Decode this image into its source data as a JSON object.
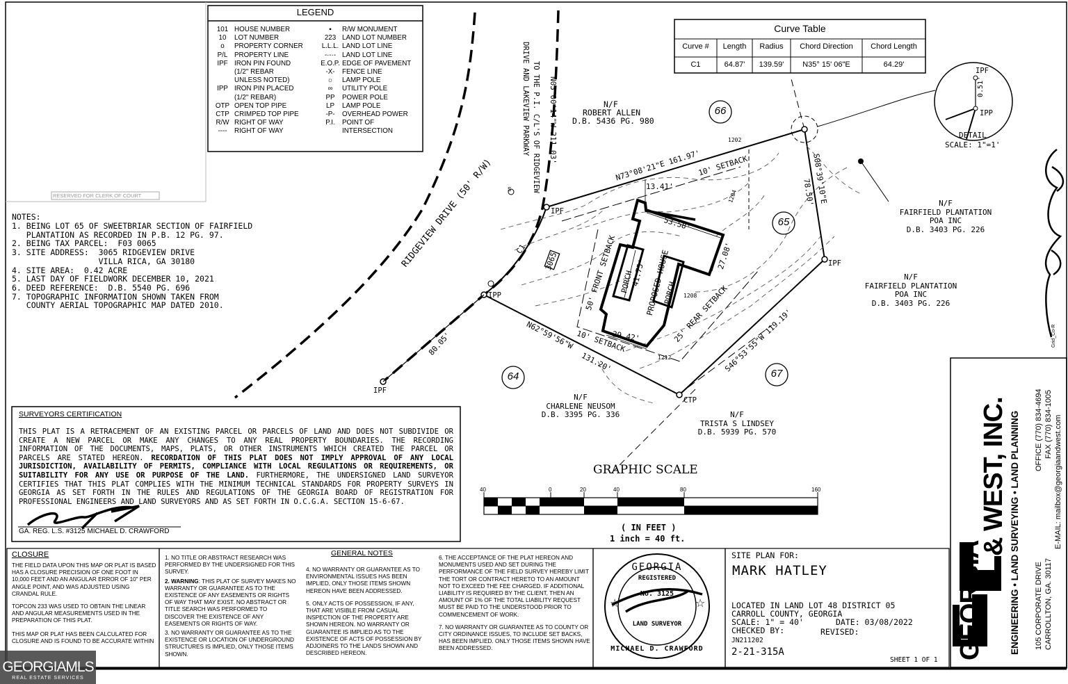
{
  "legend": {
    "title": "LEGEND",
    "left": [
      {
        "sym": "101",
        "label": "HOUSE NUMBER"
      },
      {
        "sym": "10",
        "label": "LOT NUMBER"
      },
      {
        "sym": "o",
        "label": "PROPERTY CORNER"
      },
      {
        "sym": "P/L",
        "label": "PROPERTY LINE"
      },
      {
        "sym": "IPF",
        "label": "IRON PIN FOUND"
      },
      {
        "sym": "",
        "label": "(1/2\" REBAR"
      },
      {
        "sym": "",
        "label": "UNLESS NOTED)"
      },
      {
        "sym": "IPP",
        "label": "IRON PIN PLACED"
      },
      {
        "sym": "",
        "label": "(1/2\" REBAR)"
      },
      {
        "sym": "OTP",
        "label": "OPEN TOP PIPE"
      },
      {
        "sym": "CTP",
        "label": "CRIMPED TOP PIPE"
      },
      {
        "sym": "R/W",
        "label": "RIGHT OF WAY"
      },
      {
        "sym": "----",
        "label": "RIGHT OF WAY"
      }
    ],
    "right": [
      {
        "sym": "▪",
        "label": "R/W MONUMENT"
      },
      {
        "sym": "223",
        "label": "LAND LOT NUMBER"
      },
      {
        "sym": "L.L.L.",
        "label": "LAND LOT LINE"
      },
      {
        "sym": "-·-·-",
        "label": "LAND LOT LINE"
      },
      {
        "sym": "E.O.P.",
        "label": "EDGE OF PAVEMENT"
      },
      {
        "sym": "-X-",
        "label": "FENCE LINE"
      },
      {
        "sym": "☼",
        "label": "LAMP POLE"
      },
      {
        "sym": "∞",
        "label": "UTILITY POLE"
      },
      {
        "sym": "PP",
        "label": "POWER POLE"
      },
      {
        "sym": "LP",
        "label": "LAMP POLE"
      },
      {
        "sym": "-P-",
        "label": "OVERHEAD POWER"
      },
      {
        "sym": "P.I.",
        "label": "POINT OF"
      },
      {
        "sym": "",
        "label": "INTERSECTION"
      }
    ]
  },
  "reserved": "RESERVED FOR CLERK OF COURT",
  "curve_table": {
    "title": "Curve Table",
    "headers": [
      "Curve #",
      "Length",
      "Radius",
      "Chord Direction",
      "Chord Length"
    ],
    "row": [
      "C1",
      "64.87'",
      "139.59'",
      "N35° 15' 06\"E",
      "64.29'"
    ]
  },
  "notes": {
    "title": "NOTES:",
    "lines": [
      "1. BEING LOT 65 OF SWEETBRIAR SECTION OF FAIRFIELD",
      "   PLANTATION AS RECORDED IN P.B. 12 PG. 97.",
      "2. BEING TAX PARCEL:  F03 0065",
      "3. SITE ADDRESS:  3065 RIDGEVIEW DRIVE",
      "                  VILLA RICA, GA 30180",
      "4. SITE AREA:  0.42 ACRE",
      "5. LAST DAY OF FIELDWORK DECEMBER 10, 2021",
      "6. DEED REFERENCE:  D.B. 5540 PG. 696",
      "7. TOPOGRAPHIC INFORMATION SHOWN TAKEN FROM",
      "   COUNTY AERIAL TOPOGRAPHIC MAP DATED 2010."
    ]
  },
  "plan": {
    "road_label": "RIDGEVIEW DRIVE (50' R/W)",
    "to_pi": "TO THE P.I. C/L'S OF RIDGEVIEW",
    "to_pi2": "DRIVE AND LAKEVIEW PARKWAY",
    "bearing_north": "N05°00'14\"W  211.03'",
    "robert": "N/F",
    "robert2": "ROBERT ALLEN",
    "robert3": "D.B. 5436 PG. 980",
    "lot66": "66",
    "lot65": "65",
    "lot64": "64",
    "lot67": "67",
    "house_no": "3065",
    "n73": "N73°08'21\"E  161.97'",
    "setback10_top": "10' SETBACK",
    "d1341": "13.41'",
    "d5358": "53.58'",
    "d2708": "27.08'",
    "d4175": "41.75'",
    "d2942": "29.42'",
    "porch": "PORCH",
    "proposed": "PROPOSED HOUSE",
    "front_setback": "50' FRONT SETBACK",
    "rear_setback": "25' REAR SETBACK",
    "setback10_bottom": "10' SETBACK",
    "s08": "S08°39'10\"E",
    "s08b": "78.50'",
    "n62": "N62°59'56\"W",
    "n62b": "131.20'",
    "s46": "S46°53'55\"W  119.19'",
    "d8005": "80.05'",
    "c1": "C1",
    "ipf": "IPF",
    "ipp": "IPP",
    "ctp": "CTP",
    "c1202": "1202",
    "c1204": "1204",
    "c1208": "1208",
    "c1212": "1212",
    "fairfield1": [
      "N/F",
      "FAIRFIELD PLANTATION",
      "POA INC",
      "D.B. 3403 PG. 226"
    ],
    "fairfield2": [
      "N/F",
      "FAIRFIELD PLANTATION",
      "POA INC",
      "D.B. 3403 PG. 226"
    ],
    "neusom": [
      "N/F",
      "CHARLENE NEUSOM",
      "D.B. 3395 PG. 336"
    ],
    "lindsey": [
      "N/F",
      "TRISTA S LINDSEY",
      "D.B. 5939 PG. 570"
    ],
    "detail_ipf": "IPF",
    "detail_ipp": "IPP",
    "detail_d": "0.51'",
    "detail_label": "DETAIL",
    "detail_scale": "SCALE: 1\"=1'",
    "s_symbol": "S"
  },
  "scale": {
    "title": "GRAPHIC SCALE",
    "ticks": [
      "40",
      "0",
      "20",
      "40",
      "80",
      "160"
    ],
    "unit": "( IN FEET )",
    "ratio": "1 inch =  40  ft."
  },
  "cert": {
    "title": "SURVEYORS CERTIFICATION",
    "text1": "THIS PLAT IS A RETRACEMENT OF AN EXISTING PARCEL OR PARCELS OF LAND AND DOES NOT SUBDIVIDE OR CREATE A NEW PARCEL OR MAKE ANY CHANGES TO ANY REAL PROPERTY BOUNDARIES.  THE RECORDING INFORMATION OF THE DOCUMENTS, MAPS, PLATS, OR OTHER INSTRUMENTS WHICH CREATED THE PARCEL OR PARCELS ARE STATED HEREON. ",
    "bold": "RECORDATION OF THIS PLAT DOES NOT IMPLY APPROVAL OF ANY LOCAL JURISDICTION, AVAILABILITY OF PERMITS, COMPLIANCE WITH LOCAL REGULATIONS OR REQUIREMENTS, OR SUITABILITY FOR ANY USE OR PURPOSE OF THE LAND.",
    "text2": " FURTHERMORE, THE UNDERSIGNED LAND SURVEYOR CERTIFIES THAT THIS PLAT COMPLIES WITH THE MINIMUM TECHNICAL STANDARDS FOR PROPERTY SURVEYS IN GEORGIA AS SET FORTH IN THE RULES AND REGULATIONS OF THE GEORGIA BOARD OF REGISTRATION FOR PROFESSIONAL ENGINEERS AND LAND SURVEYORS AND AS SET FORTH IN O.C.G.A. SECTION 15-6-67.",
    "reg": "GA. REG. L.S. #3125 MICHAEL D. CRAWFORD"
  },
  "closure": {
    "title": "CLOSURE",
    "p1": "THE FIELD DATA UPON THIS MAP OR PLAT IS BASED HAS A CLOSURE PRECISION OF ONE FOOT IN 10,000 FEET AND AN ANGULAR ERROR OF 10\" PER ANGLE POINT, AND WAS ADJUSTED USING CRANDAL RULE.",
    "p2": "TOPCON 233 WAS USED TO OBTAIN THE LINEAR AND ANGULAR MEASUREMENTS USED IN THE PREPARATION OF THIS PLAT.",
    "p3": "THIS MAP OR PLAT HAS BEEN CALCULATED FOR CLOSURE AND IS FOUND TO BE ACCURATE WITHIN"
  },
  "general": {
    "title": "GENERAL NOTES",
    "c1a": "1. NO TITLE OR ABSTRACT RESEARCH WAS PERFORMED BY THE UNDERSIGNED FOR THIS SURVEY.",
    "c1b_bold": "2. WARNING",
    "c1b": ": THIS PLAT OF SURVEY MAKES NO WARRANTY OR GUARANTEE AS TO THE EXISTENCE OF ANY EASEMENTS OR RIGHTS OF WAY THAT MAY EXIST. NO ABSTRACT OR TITLE SEARCH WAS PERFORMED TO DISCOVER THE EXISTENCE OF ANY EASEMENTS OR RIGHTS OF WAY.",
    "c1c": "3. NO WARRANTY OR GUARANTEE AS TO THE EXISTENCE OR LOCATION OF UNDERGROUND STRUCTURES IS IMPLIED, ONLY THOSE ITEMS SHOWN.",
    "c2a": "4. NO WARRANTY OR GUARANTEE AS TO ENVIRONMENTAL ISSUES HAS BEEN IMPLIED, ONLY THOSE ITEMS SHOWN HEREON HAVE BEEN ADDRESSED.",
    "c2b": "5. ONLY ACTS OF POSSESSION, IF ANY, THAT ARE VISIBLE FROM CASUAL INSPECTION OF THE PROPERTY ARE SHOWN HEREON. NO WARRANTY OR GUARANTEE IS IMPLIED AS TO THE EXISTENCE OF ACTS OF POSSESSION BY ADJOINERS TO THE LANDS SHOWN AND DESCRIBED HEREON.",
    "c3a": "6. THE ACCEPTANCE OF THE PLAT HEREON AND MONUMENTS USED AND SET DURING THE PERFORMANCE OF THE FIELD SURVEY HEREBY LIMIT THE TORT OR CONTRACT HERETO TO AN AMOUNT NOT TO EXCEED THE FEE CHARGED. IF ADDITIONAL LIABILITY IS REQUIRED BY THE CLIENT, THEN AN AMOUNT OF 1% OF THE TOTAL LIABILITY REQUEST MUST BE PAID TO THE UNDERSTOOD PRIOR TO COMMENCEMENT OF WORK.",
    "c3b": "7. NO WARRANTY OR GUARANTEE AS TO COUNTY OR CITY ORDINANCE ISSUES, TO INCLUDE SET BACKS, HAS BEEN IMPLIED. ONLY THOSE ITEMS SHOWN HAVE BEEN ADDRESSED."
  },
  "seal": {
    "top": "GEORGIA",
    "reg": "REGISTERED",
    "no": "No. 3125",
    "bottom": "LAND SURVEYOR",
    "name": "MICHAEL D. CRAWFORD"
  },
  "titleblock": {
    "site_plan_for": "SITE PLAN FOR:",
    "client": "MARK HATLEY",
    "loc1": "LOCATED IN LAND LOT 48 DISTRICT 05",
    "loc2": "CARROLL COUNTY, GEORGIA",
    "scale": "SCALE: 1\" = 40'",
    "date": "DATE:  03/08/2022",
    "checked": "CHECKED BY:",
    "revised": "REVISED:",
    "job": "JN211202",
    "dwg": "2-21-315A",
    "sheet": "SHEET 1 OF 1"
  },
  "company": {
    "name1": "GEORGIA",
    "name2": "& WEST, INC.",
    "services": "ENGINEERING • LAND SURVEYING • LAND PLANNING",
    "addr1": "105 CORPORATE DRIVE",
    "addr2": "CARROLLTON, GA. 30117",
    "phone": "OFFICE (770) 834-4694",
    "fax": "FAX (770) 834-1005",
    "email": "E-MAIL: mailbox@georgiaandwest.com",
    "logo": "GW"
  },
  "watermark": {
    "big": "GEORGIAMLS",
    "small": "REAL ESTATE SERVICES"
  },
  "crest_text": "Grid_Co-R"
}
